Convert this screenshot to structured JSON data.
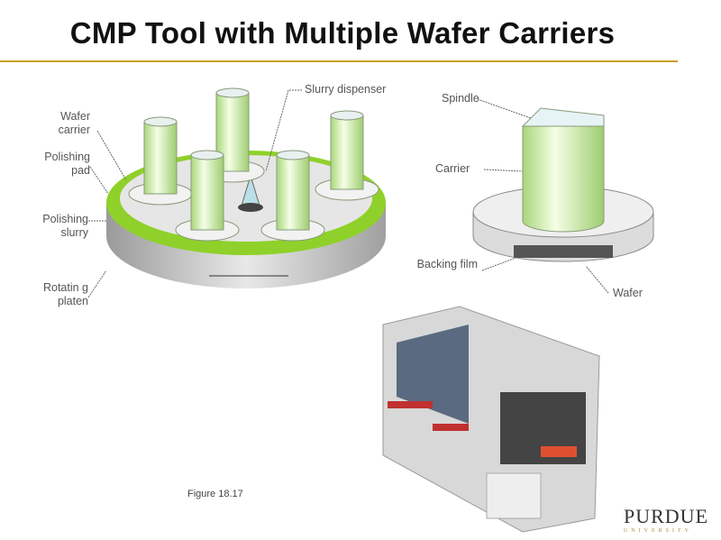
{
  "title": "CMP Tool with Multiple Wafer Carriers",
  "labels": {
    "wafer_carrier": "Wafer carrier",
    "polishing_pad": "Polishing pad",
    "polishing_slurry": "Polishing slurry",
    "rotating_platen": "Rotatin g platen",
    "slurry_dispenser": "Slurry dispenser",
    "spindle": "Spindle",
    "carrier": "Carrier",
    "backing_film": "Backing film",
    "wafer": "Wafer"
  },
  "figure_caption": "Figure 18.17",
  "logo": {
    "name": "PURDUE",
    "sub": "UNIVERSITY"
  },
  "colors": {
    "accent_line": "#c9a227",
    "pad_green": "#8fd12a",
    "carrier_green": "#d8f5a8"
  }
}
